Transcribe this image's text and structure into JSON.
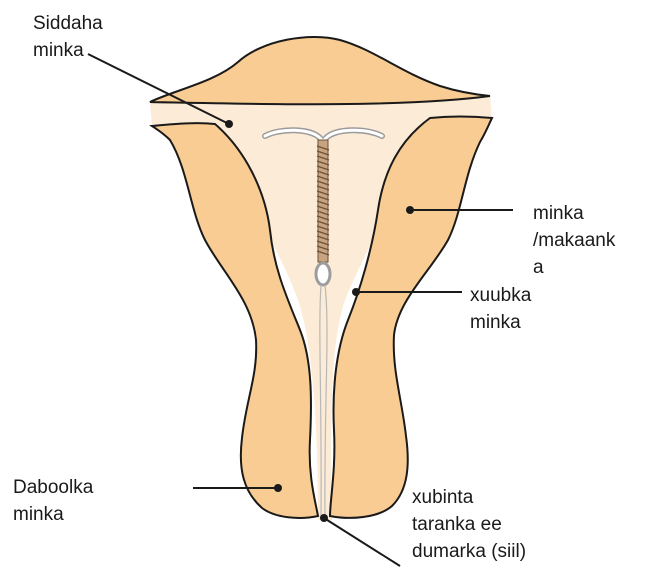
{
  "labels": {
    "fundus": [
      "Siddaha",
      "minka"
    ],
    "wall": [
      "minka",
      "/makaank",
      "a"
    ],
    "cavity": [
      "xuubka",
      "minka"
    ],
    "cervix": [
      "Daboolka",
      "minka"
    ],
    "strings": [
      "xubinta",
      "taranka ee",
      "dumarka (siil)"
    ]
  },
  "colors": {
    "tissue": "#f8cc93",
    "cavity": "#fcebd6",
    "outline": "#1a1a1a",
    "coil": "#8a6a4e",
    "device": "#ffffff"
  }
}
